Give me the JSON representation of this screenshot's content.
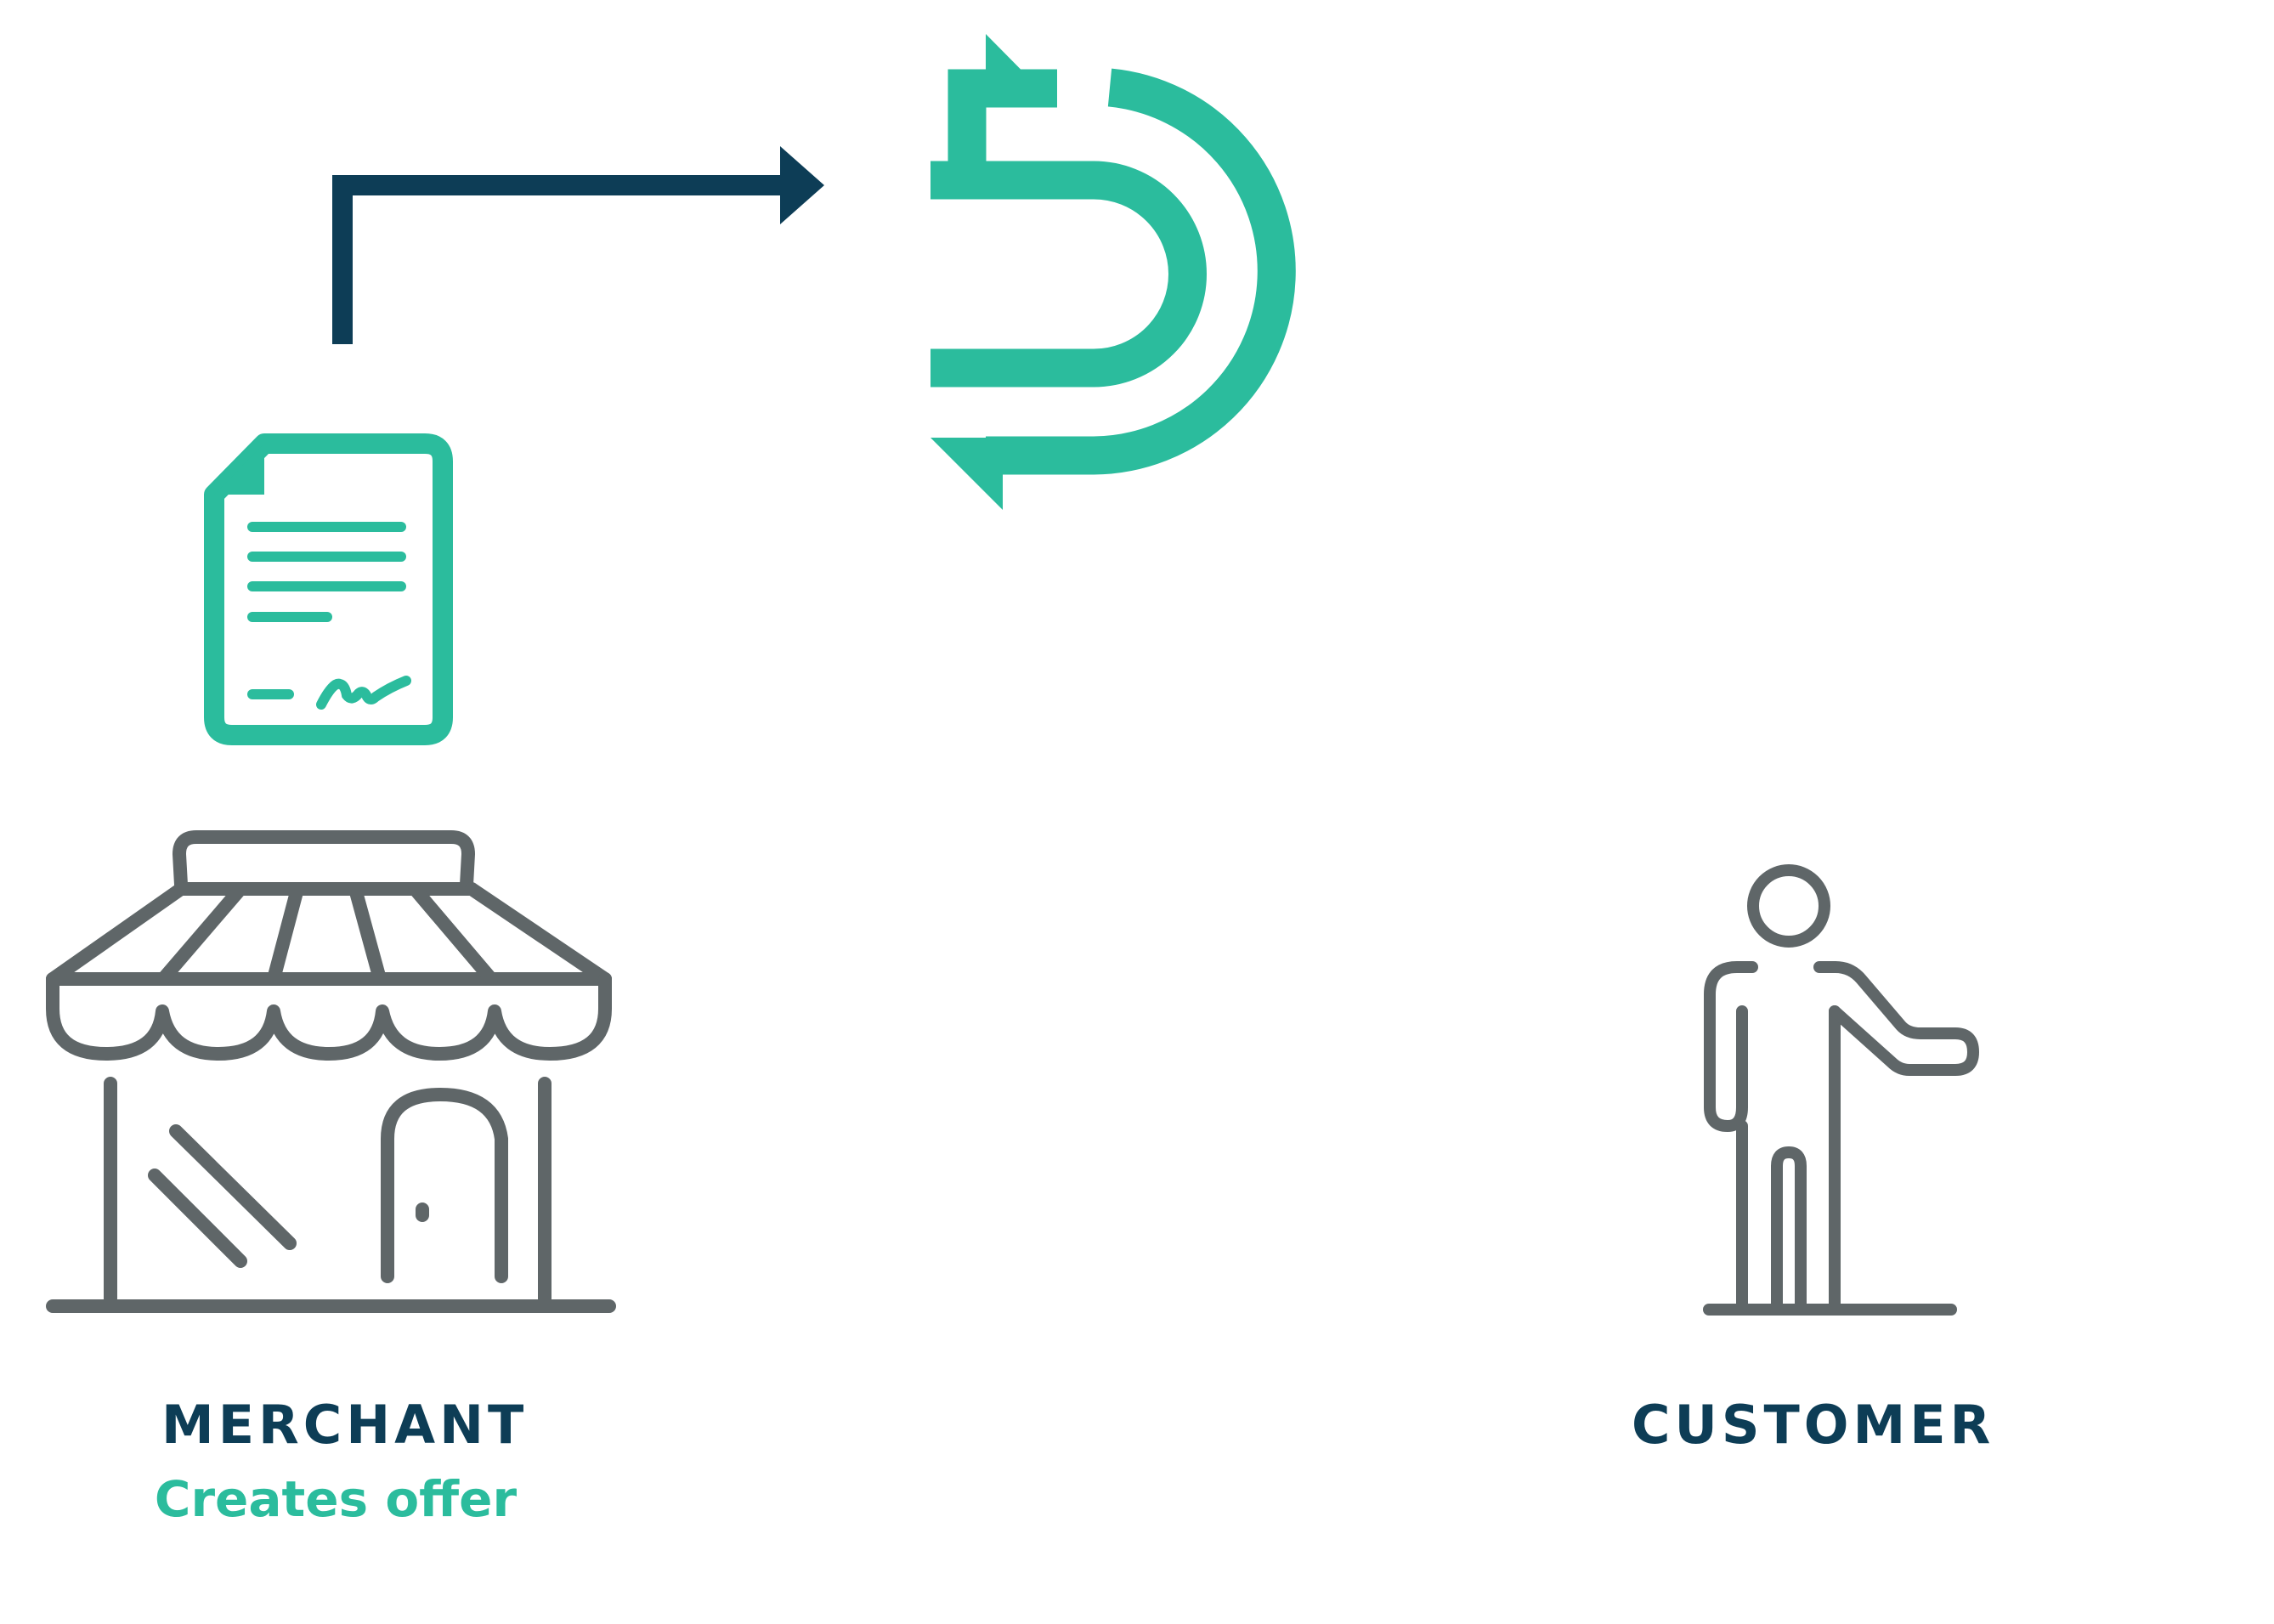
{
  "colors": {
    "navy": "#0d3d56",
    "teal": "#2bbc9d",
    "gray": "#5f6668",
    "background": "#ffffff"
  },
  "icons": {
    "flow_arrow": "right-angle-arrow-icon",
    "cycle": "sync-cycle-icon",
    "document": "signed-document-icon",
    "store": "storefront-icon",
    "person": "person-pointing-icon"
  },
  "merchant": {
    "title": "MERCHANT",
    "subtitle": "Creates offer"
  },
  "customer": {
    "title": "CUSTOMER"
  }
}
